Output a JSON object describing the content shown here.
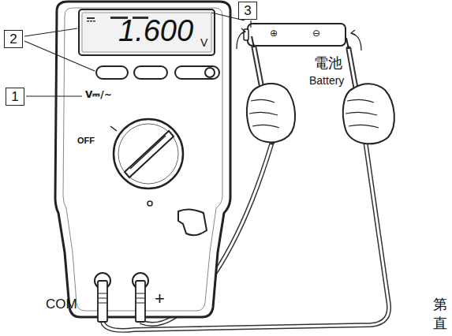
{
  "diagram": {
    "nodes": [
      {
        "text": [
          "3"
        ]
      },
      {
        "text": [
          "2"
        ]
      },
      {
        "text": [
          "1"
        ]
      }
    ],
    "labels": [
      "1.600",
      "V",
      "V⎓/~",
      "OFF",
      "⊕",
      "⊖",
      "電池",
      "Battery",
      "COM",
      "+",
      "第",
      "直"
    ]
  }
}
